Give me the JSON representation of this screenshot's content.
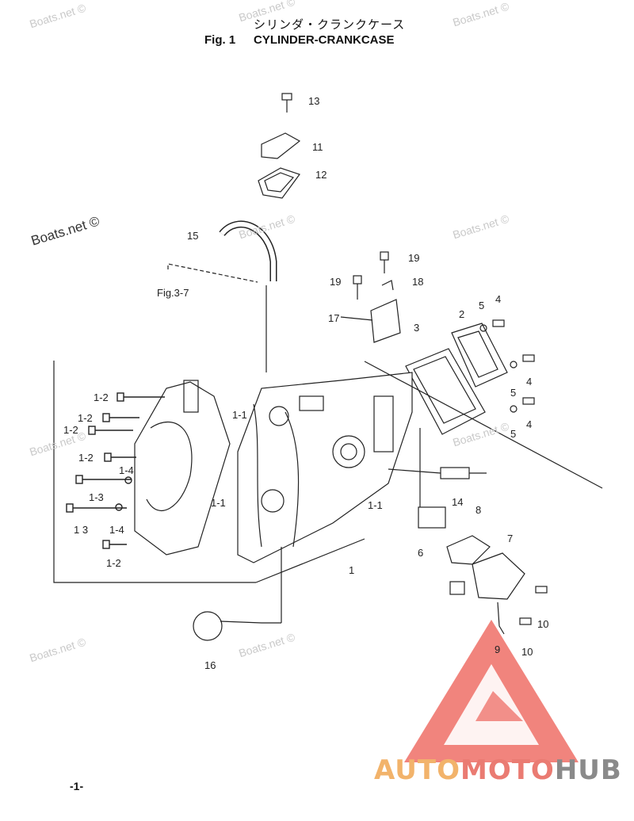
{
  "header": {
    "japanese_title": "シリンダ・クランクケース",
    "fig_label": "Fig. 1",
    "title": "CYLINDER-CRANKCASE"
  },
  "callouts": {
    "c13": "13",
    "c11": "11",
    "c12": "12",
    "c15": "15",
    "c19a": "19",
    "c19b": "19",
    "c18": "18",
    "c17": "17",
    "c3": "3",
    "c2": "2",
    "c5a": "5",
    "c4a": "4",
    "c4b": "4",
    "c5b": "5",
    "c5c": "5",
    "c4c": "4",
    "fig37": "Fig.3-7",
    "c1_2a": "1-2",
    "c1_2b": "1-2",
    "c1_2c": "1-2",
    "c1_2d": "1-2",
    "c1_2e": "1-2",
    "c1_1a": "1-1",
    "c1_1b": "1-1",
    "c1_1c": "1-1",
    "c1_4a": "1-4",
    "c1_4b": "1-4",
    "c1_3a": "1-3",
    "c1_3b": "1 3",
    "c14": "14",
    "c8": "8",
    "c7": "7",
    "c6": "6",
    "c1": "1",
    "c16": "16",
    "c9": "9",
    "c10a": "10",
    "c10b": "10"
  },
  "watermarks": {
    "w1": "Boats.net ©",
    "w2": "Boats.net ©",
    "w3": "Boats.net ©",
    "w4": "Boats.net ©",
    "w5": "Boats.net ©",
    "w6": "Boats.net ©",
    "w7": "Boats.net ©",
    "w8": "Boats.net ©",
    "w9": "Boats.net ©",
    "w10": "Boats.net ©"
  },
  "footer": {
    "page_number": "-1-"
  },
  "logo": {
    "part1": "AUTO",
    "part2": "MOTO",
    "part3": "HUB"
  },
  "colors": {
    "logo_orange": "#f2b36b",
    "logo_red": "#ea7b72",
    "logo_gray": "#8a8a8a"
  }
}
